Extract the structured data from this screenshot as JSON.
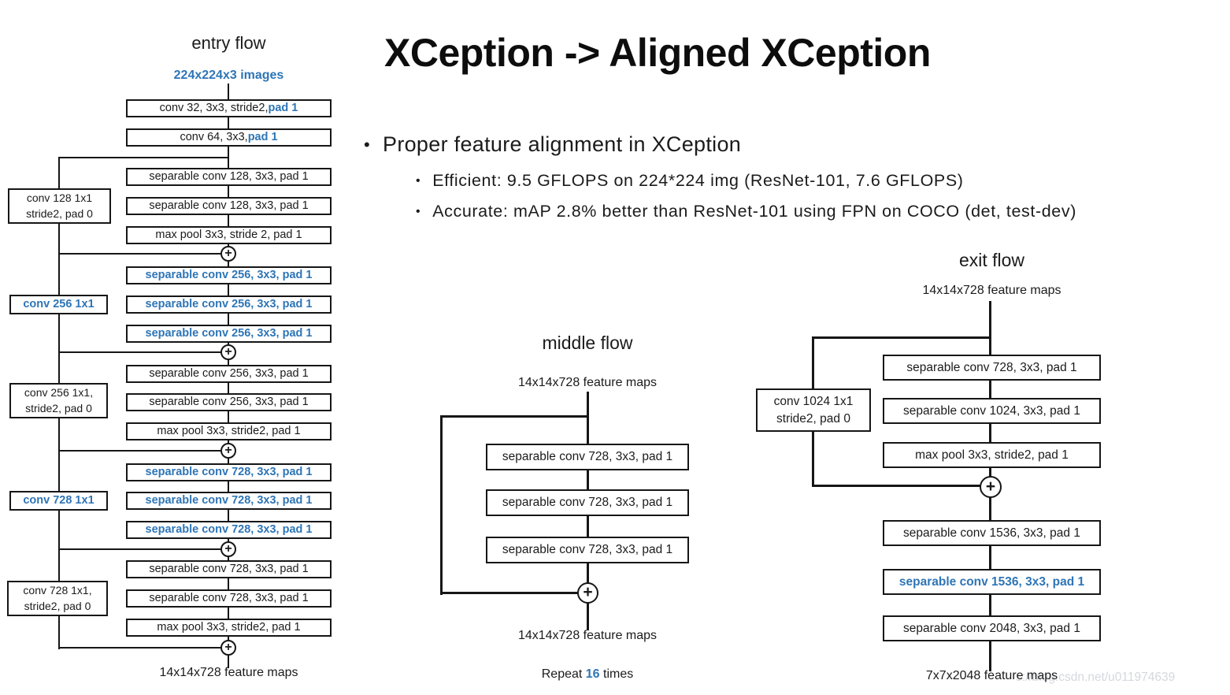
{
  "header": {
    "title": "XCeption -> Aligned XCeption"
  },
  "bullets": {
    "level1": "Proper feature alignment in XCeption",
    "level2": [
      "Efficient: 9.5 GFLOPS on 224*224 img (ResNet-101, 7.6 GFLOPS)",
      "Accurate: mAP 2.8% better than ResNet-101 using FPN on COCO (det, test-dev)"
    ]
  },
  "entry_flow": {
    "title": "entry flow",
    "input_label": "224x224x3 images",
    "output_label": "14x14x728 feature maps",
    "nodes": [
      {
        "black": "conv 32, 3x3, stride2, ",
        "blue": "pad 1"
      },
      {
        "black": "conv 64, 3x3, ",
        "blue": "pad 1"
      },
      {
        "black": "separable conv 128, 3x3, pad 1",
        "blue": ""
      },
      {
        "black": "separable conv 128, 3x3, pad 1",
        "blue": ""
      },
      {
        "black": "max pool 3x3, stride 2, pad 1",
        "blue": ""
      },
      {
        "black": "",
        "blue": "separable conv 256, 3x3, pad 1"
      },
      {
        "black": "",
        "blue": "separable conv 256, 3x3, pad 1"
      },
      {
        "black": "",
        "blue": "separable conv 256, 3x3, pad 1"
      },
      {
        "black": "separable conv 256, 3x3, pad 1",
        "blue": ""
      },
      {
        "black": "separable conv 256, 3x3, pad 1",
        "blue": ""
      },
      {
        "black": "max pool 3x3, stride2, pad 1",
        "blue": ""
      },
      {
        "black": "",
        "blue": "separable conv 728, 3x3, pad 1"
      },
      {
        "black": "",
        "blue": "separable conv 728, 3x3, pad 1"
      },
      {
        "black": "",
        "blue": "separable conv 728, 3x3, pad 1"
      },
      {
        "black": "separable conv 728, 3x3, pad 1",
        "blue": ""
      },
      {
        "black": "separable conv 728, 3x3, pad 1",
        "blue": ""
      },
      {
        "black": "max pool 3x3, stride2, pad 1",
        "blue": ""
      }
    ],
    "shortcut_nodes": [
      {
        "label": "conv 128 1x1\nstride2, pad 0"
      },
      {
        "label": "conv 256 1x1"
      },
      {
        "label": "conv 256 1x1,\nstride2, pad 0"
      },
      {
        "label": "conv 728 1x1"
      },
      {
        "label": "conv 728 1x1,\nstride2, pad 0"
      }
    ]
  },
  "middle_flow": {
    "title": "middle flow",
    "input_label": "14x14x728 feature maps",
    "output_label": "14x14x728 feature maps",
    "nodes": [
      "separable conv 728, 3x3, pad 1",
      "separable conv 728, 3x3, pad 1",
      "separable conv 728, 3x3, pad 1"
    ],
    "repeat_prefix": "Repeat",
    "repeat_count": "16",
    "repeat_suffix": "times"
  },
  "exit_flow": {
    "title": "exit flow",
    "input_label": "14x14x728 feature maps",
    "output_label": "7x7x2048 feature maps",
    "shortcut_node": {
      "label": "conv 1024 1x1\nstride2, pad 0"
    },
    "nodes": [
      {
        "black": "separable conv 728, 3x3, pad 1",
        "blue": ""
      },
      {
        "black": "separable conv 1024, 3x3, pad 1",
        "blue": ""
      },
      {
        "black": "max pool 3x3, stride2, pad 1",
        "blue": ""
      },
      {
        "black": "separable conv 1536, 3x3, pad 1",
        "blue": ""
      },
      {
        "black": "",
        "blue": "separable conv 1536, 3x3, pad 1"
      },
      {
        "black": "separable conv 2048, 3x3, pad 1",
        "blue": ""
      }
    ]
  },
  "watermark": "s://blog.csdn.net/u011974639",
  "glyphs": {
    "plus": "+",
    "bullet": "•"
  },
  "colors": {
    "accent_blue": "#2E75B6",
    "ink": "#1b1b1b",
    "watermark_gray": "#cdd2d8"
  }
}
